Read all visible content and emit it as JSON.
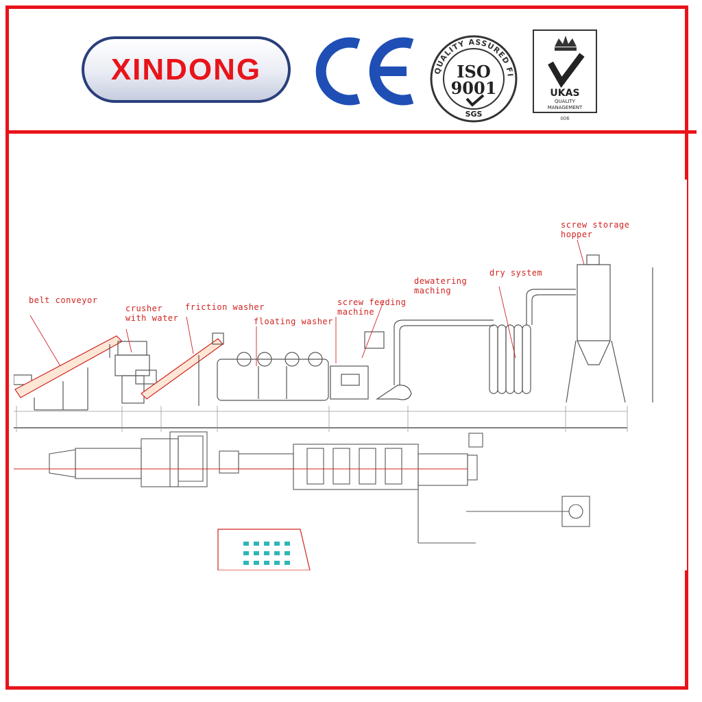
{
  "header": {
    "brand": "XINDONG",
    "ce_mark": "CE",
    "iso_seal": {
      "ring_text": "QUALITY ASSURED FIRM",
      "line1": "ISO",
      "line2": "9001",
      "footer": "SGS"
    },
    "ukas": {
      "name": "UKAS",
      "line1": "QUALITY",
      "line2": "MANAGEMENT",
      "code": "006"
    }
  },
  "colors": {
    "frame": "#e8141a",
    "brand_text": "#e8141a",
    "brand_border": "#2a3f7a",
    "ce_blue": "#1f4fb5",
    "drawing_red": "#d0231f",
    "drawing_line": "#555555"
  },
  "diagram": {
    "labels": {
      "belt_conveyor": "belt conveyor",
      "crusher_1": "crusher",
      "crusher_2": "with water",
      "friction_washer": "friction washer",
      "floating_washer": "floating washer",
      "screw_feeding_1": "screw feeding",
      "screw_feeding_2": "machine",
      "dewatering_1": "dewatering",
      "dewatering_2": "maching",
      "dry_system": "dry system",
      "hopper_1": "screw storage",
      "hopper_2": "hopper"
    }
  }
}
